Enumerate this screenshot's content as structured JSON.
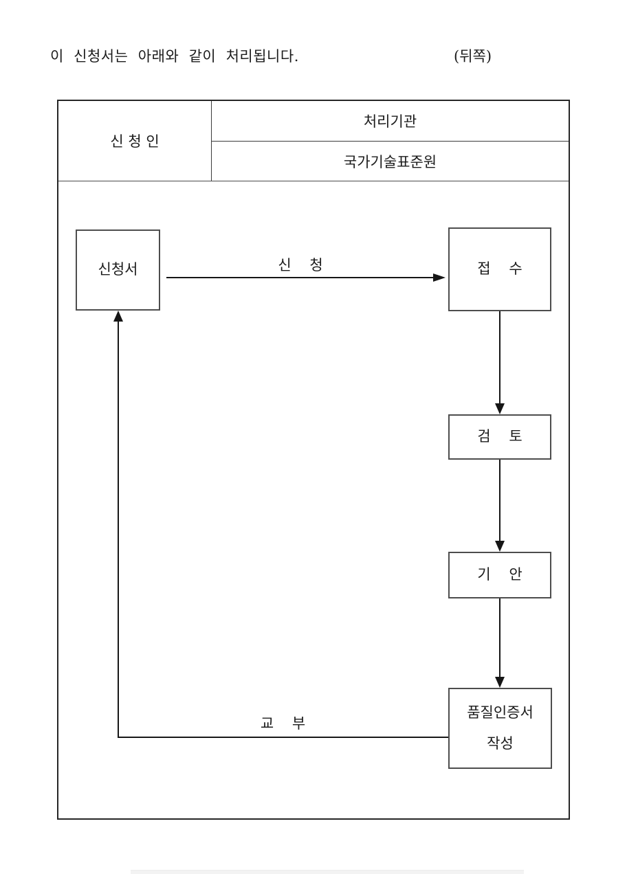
{
  "page": {
    "intro_text": "이  신청서는  아래와  같이  처리됩니다.",
    "back_label": "(뒤쪽)"
  },
  "table": {
    "applicant_label": "신 청 인",
    "agency_header": "처리기관",
    "agency_name": "국가기술표준원"
  },
  "flowchart": {
    "application_form": "신청서",
    "apply_label": "신    청",
    "receipt": "접    수",
    "review": "검    토",
    "draft": "기    안",
    "certificate_line1": "품질인증서",
    "certificate_line2": "작성",
    "issue_label": "교    부"
  },
  "colors": {
    "line": "#161616",
    "table_border": "#262626",
    "box_border": "#4d4d4d",
    "background": "#ffffff"
  }
}
